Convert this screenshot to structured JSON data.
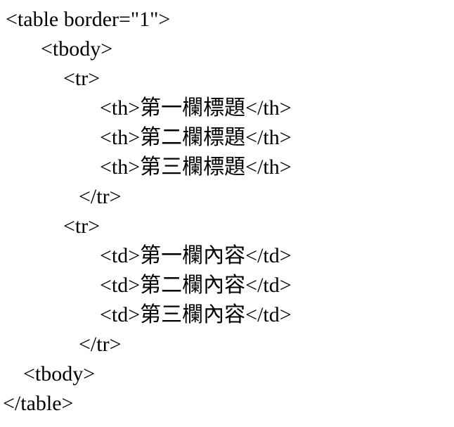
{
  "code": {
    "language": "html-source",
    "lines": [
      {
        "text": "<table border=\"1\">"
      },
      {
        "text": "<tbody>"
      },
      {
        "text": "<tr>"
      },
      {
        "text": "<th>第一欄標題</th>"
      },
      {
        "text": "<th>第二欄標題</th>"
      },
      {
        "text": "<th>第三欄標題</th>"
      },
      {
        "text": "</tr>"
      },
      {
        "text": "<tr>"
      },
      {
        "text": "<td>第一欄內容</td>"
      },
      {
        "text": "<td>第二欄內容</td>"
      },
      {
        "text": "<td>第三欄內容</td>"
      },
      {
        "text": "</tr>"
      },
      {
        "text": "<tbody>"
      },
      {
        "text": "</table>"
      }
    ]
  }
}
